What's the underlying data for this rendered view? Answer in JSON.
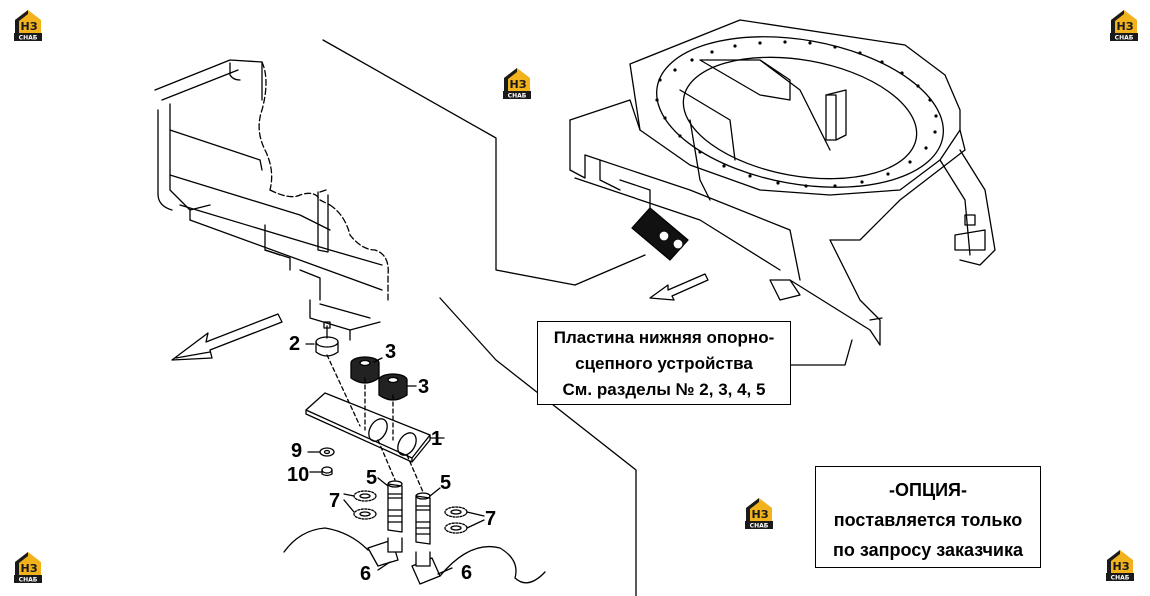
{
  "logo": {
    "text": "НЗ",
    "sub": "СНАБ",
    "color_orange": "#F2B21C",
    "color_black": "#1a1a1a"
  },
  "callouts": [
    "2",
    "3",
    "3",
    "1",
    "9",
    "10",
    "5",
    "5",
    "7",
    "7",
    "6",
    "6"
  ],
  "plate_box": {
    "lines": [
      "Пластина нижняя опорно-",
      "сцепного устройства",
      "См. разделы № 2, 3, 4, 5"
    ]
  },
  "option_box": {
    "lines": [
      "-ОПЦИЯ-",
      "поставляется только",
      "по запросу заказчика"
    ]
  }
}
